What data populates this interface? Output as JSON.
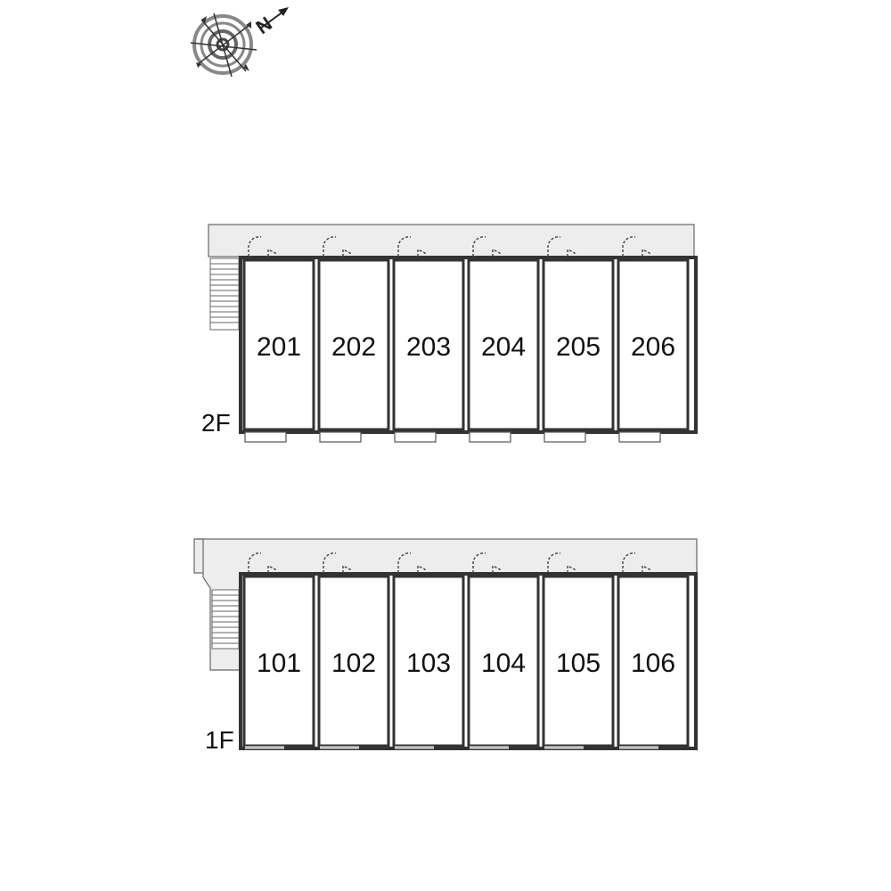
{
  "compass": {
    "north_label": "N",
    "icon": "compass-rose-icon"
  },
  "floors": [
    {
      "id": "2f",
      "label": "2F",
      "rooms": [
        "201",
        "202",
        "203",
        "204",
        "205",
        "206"
      ]
    },
    {
      "id": "1f",
      "label": "1F",
      "rooms": [
        "101",
        "102",
        "103",
        "104",
        "105",
        "106"
      ]
    }
  ],
  "colors": {
    "wall": "#333333",
    "corridor": "#ededed",
    "line": "#555555"
  }
}
